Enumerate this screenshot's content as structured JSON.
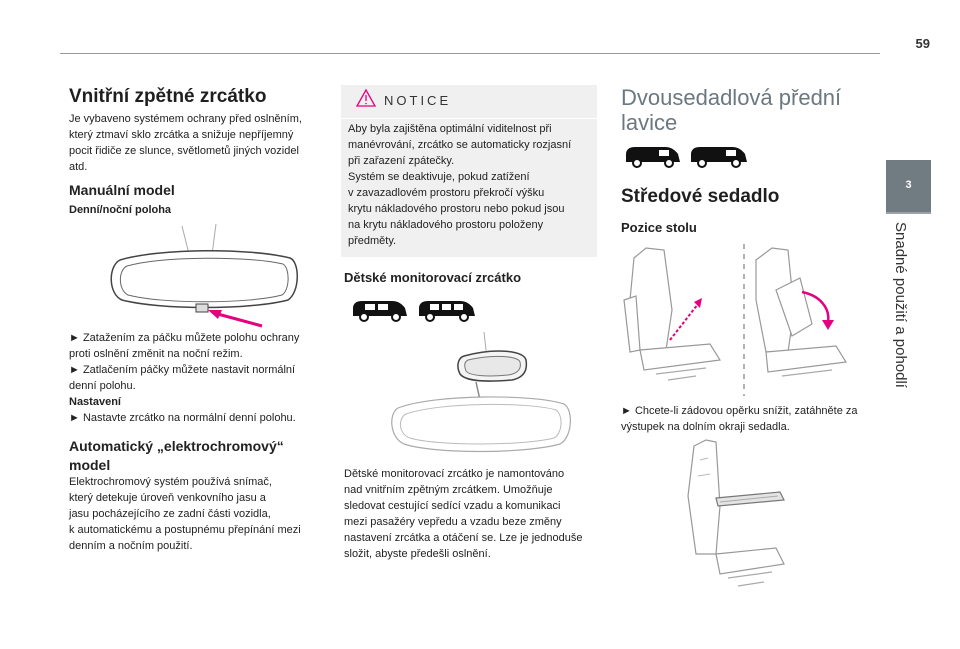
{
  "page": {
    "number": "59"
  },
  "side_tab": {
    "chapter_number": "3",
    "title": "Snadné použití a pohodlí"
  },
  "left": {
    "title": "Vnitřní zpětné zrcátko",
    "intro": [
      "Je vybaveno systémem ochrany před oslněním,",
      "který ztmaví sklo zrcátka a snižuje nepříjemný",
      "pocit řidiče ze slunce, světlometů jiných vozidel",
      "atd."
    ],
    "manual_heading": "Manuální model",
    "day_night_heading": "Denní/noční poloha",
    "manual_text": [
      "► Zatažením za páčku můžete polohu ochrany",
      "proti oslnění změnit na noční režim.",
      "► Zatlačením páčky můžete nastavit normální",
      "denní polohu."
    ],
    "setting_label": "Nastavení",
    "setting_text": "► Nastavte zrcátko na normální denní polohu.",
    "auto_heading": [
      "Automatický „elektrochromový“",
      "model"
    ],
    "auto_text": [
      "Elektrochromový systém používá snímač,",
      "který detekuje úroveň venkovního jasu a",
      "jasu pocházejícího ze zadní části vozidla,",
      "k automatickému a postupnému přepínání mezi",
      "denním a nočním použití."
    ]
  },
  "middle": {
    "notice_title": "NOTICE",
    "notice_text": [
      "Aby byla zajištěna optimální viditelnost při",
      "manévrování, zrcátko se automaticky rozjasní",
      "při zařazení zpátečky.",
      "Systém se deaktivuje, pokud zatížení",
      "v zavazadlovém prostoru překročí výšku",
      "krytu nákladového prostoru nebo pokud jsou",
      "na krytu nákladového prostoru položeny",
      "předměty."
    ],
    "child_heading": "Dětské monitorovací zrcátko",
    "child_text": [
      "Dětské monitorovací zrcátko je namontováno",
      "nad vnitřním zpětným zrcátkem. Umožňuje",
      "sledovat cestující sedící vzadu a komunikaci",
      "mezi pasažéry vepředu a vzadu beze změny",
      "nastavení zrcátka a otáčení se. Lze je jednoduše",
      "složit, abyste předešli oslnění."
    ]
  },
  "right": {
    "title": [
      "Dvousedadlová přední",
      "lavice"
    ],
    "center_seat_heading": "Středové sedadlo",
    "table_position_heading": "Pozice stolu",
    "text": [
      "► Chcete-li zádovou opěrku snížit, zatáhněte za",
      "výstupek na dolním okraji sedadla."
    ]
  },
  "colors": {
    "accent": "#e6007e",
    "tab": "#707b82",
    "notice_bg": "#f0f0f0",
    "thin_title": "#6b7880"
  }
}
